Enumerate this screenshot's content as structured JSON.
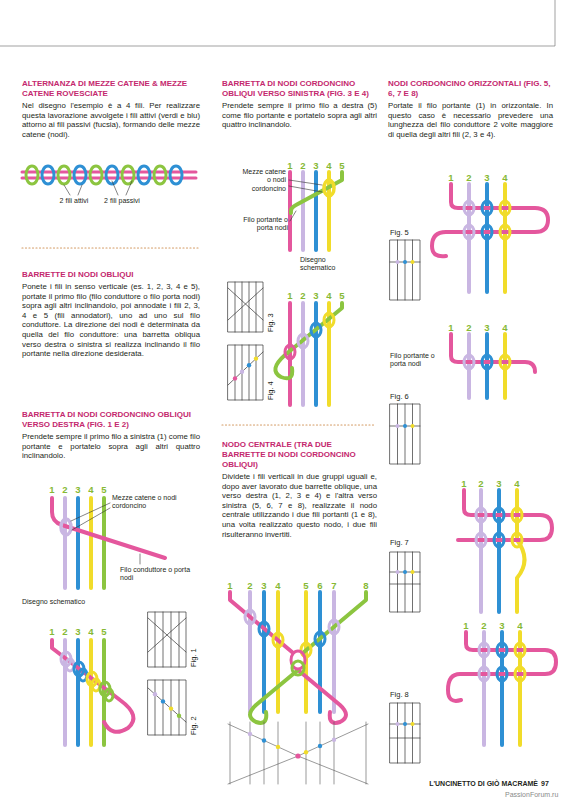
{
  "diagram": {
    "labels": [
      "ALTERNANZA DI MEZZE CATENE & MEZZE CATENE ROVESCIATE",
      "Nel disegno l'esempio è a 4 fili. Per realizzare questa lavorazione avvolgete i fili attivi (verdi e blu) attorno ai fili passivi (fucsia), formando delle mezze catene (nodi).",
      "2 fili attivi",
      "2 fili passivi",
      "BARRETTE DI NODI OBLIQUI",
      "Ponete i fili in senso verticale (es. 1, 2, 3, 4 e 5), portate il primo filo (filo conduttore o filo porta nodi) sopra agli altri inclinandolo, poi annodate i fili 2, 3, 4 e 5 (fili annodatori), uno ad uno sul filo conduttore. La direzione dei nodi è determinata da quella del filo conduttore: una barretta obliqua verso destra o sinistra si realizza inclinando il filo portante nella direzione desiderata.",
      "BARRETTA DI NODI CORDONCINO OBLIQUI VERSO DESTRA (FIG. 1 E 2)",
      "Prendete sempre il primo filo a sinistra (1) come filo portante e portatelo sopra agli altri quattro inclinandolo.",
      "1",
      "2",
      "3",
      "4",
      "5",
      "Mezze catene o nodi cordoncino",
      "Filo conduttore o porta nodi",
      "Disegno schematico",
      "1",
      "2",
      "3",
      "4",
      "5",
      "Fig. 1",
      "Fig. 2",
      "BARRETTA DI NODI CORDONCINO OBLIQUI VERSO SINISTRA (FIG. 3 E 4)",
      "Prendete sempre il primo filo a destra (5) come filo portante e portatelo sopra agli altri quattro inclinandolo.",
      "1",
      "2",
      "3",
      "4",
      "5",
      "Mezze catene o nodi cordoncino",
      "Filo portante o porta nodi",
      "Disegno schematico",
      "Fig. 3",
      "1",
      "2",
      "3",
      "4",
      "5",
      "Fig. 4",
      "NODO CENTRALE (TRA DUE BARRETTE DI NODI CORDONCINO OBLIQUI)",
      "Dividete i fili verticali in due gruppi uguali e, dopo aver lavorato due barrette oblique, una verso destra (1, 2, 3 e 4) e l'altra verso sinistra (5, 6, 7 e 8), realizzate il nodo centrale utilizzando i due fili portanti (1 e 8), una volta realizzato questo nodo, i due fili risulteranno invertiti.",
      "1",
      "2",
      "3",
      "4",
      "5",
      "6",
      "7",
      "8",
      "NODI CORDONCINO ORIZZONTALI (FIG. 5, 6, 7 E 8)",
      "Portate il filo portante (1) in orizzontale. In questo caso è necessario prevedere una lunghezza del filo conduttore 2 volte maggiore di quella degli altri fili (2, 3 e 4).",
      "1",
      "2",
      "3",
      "4",
      "Fig. 5",
      "1",
      "2",
      "3",
      "4",
      "Filo portante o porta nodi",
      "Fig. 6",
      "1",
      "2",
      "3",
      "4",
      "Fig. 7",
      "1",
      "2",
      "3",
      "4",
      "Fig. 8",
      "L'UNCINETTO DI GIÒ MACRAMÈ",
      "97",
      "PassionForum.ru"
    ]
  }
}
